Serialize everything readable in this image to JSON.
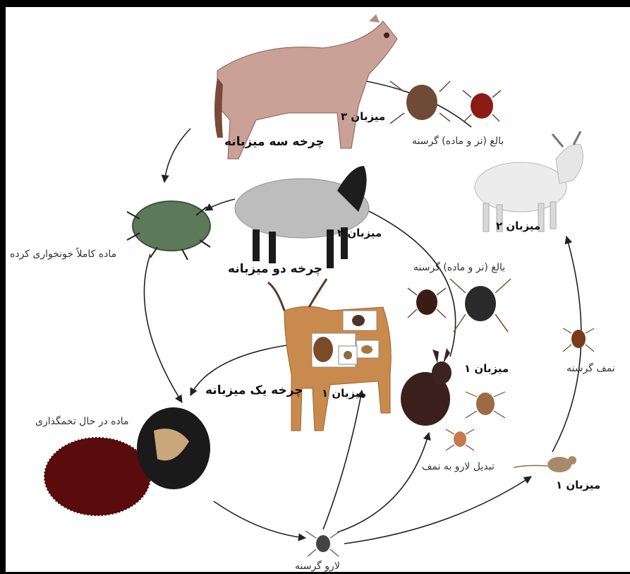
{
  "labels": {
    "cycle_three_host": "چرخه سه میزبانه",
    "cycle_two_host": "چرخه دو میزبانه",
    "cycle_one_host": "چرخه یک میزبانه",
    "host3_cow": "میزبان ۳",
    "host2_sheep": "میزبان ۲",
    "host1_cow": "میزبان ۱",
    "host2_goat": "میزبان ۲",
    "host1_rabbit": "میزبان ۱",
    "host1_mouse": "میزبان ۱",
    "adult_hungry_top": "بالغ (نر و ماده) گرسنه",
    "adult_hungry_mid": "بالغ (نر و ماده) گرسنه",
    "engorged_female": "ماده کاملاً خونخواری کرده",
    "egg_laying_female": "ماده در حال تخمگذاری",
    "hungry_larva": "لارو گرسنه",
    "larva_to_nymph": "تبدیل لارو به نمف",
    "hungry_nymph": "نمف گرسنه"
  }
}
